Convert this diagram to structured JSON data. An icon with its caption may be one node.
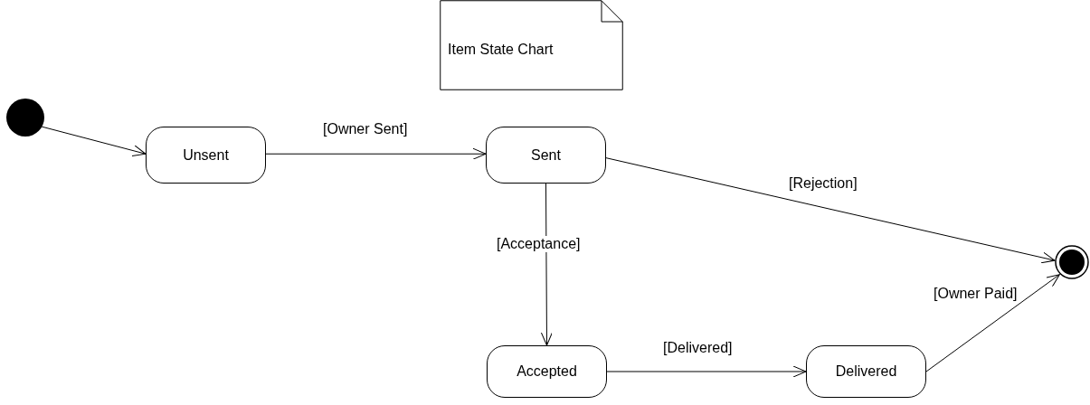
{
  "diagram": {
    "nodes": [
      {
        "text": [
          "Item State Chart"
        ]
      },
      {
        "text": [],
        "shape": "circle"
      },
      {
        "text": [
          "Unsent"
        ]
      },
      {
        "text": [
          "Sent"
        ]
      },
      {
        "text": [],
        "shape": "circle"
      },
      {
        "text": [
          "Accepted"
        ]
      },
      {
        "text": [
          "Delivered"
        ]
      }
    ],
    "edges": [
      {
        "from": 1,
        "to": 2,
        "arrow": "to"
      },
      {
        "from": 2,
        "to": 3,
        "arrow": "to",
        "label": "[Owner Sent]"
      },
      {
        "from": 3,
        "to": 4,
        "arrow": "to",
        "label": "[Rejection]"
      },
      {
        "from": 3,
        "to": 5,
        "arrow": "to",
        "label": "[Acceptance]"
      },
      {
        "from": 5,
        "to": 6,
        "arrow": "to",
        "label": "[Delivered]"
      },
      {
        "from": 6,
        "to": 4,
        "arrow": "to",
        "label": "[Owner Paid]"
      }
    ]
  }
}
